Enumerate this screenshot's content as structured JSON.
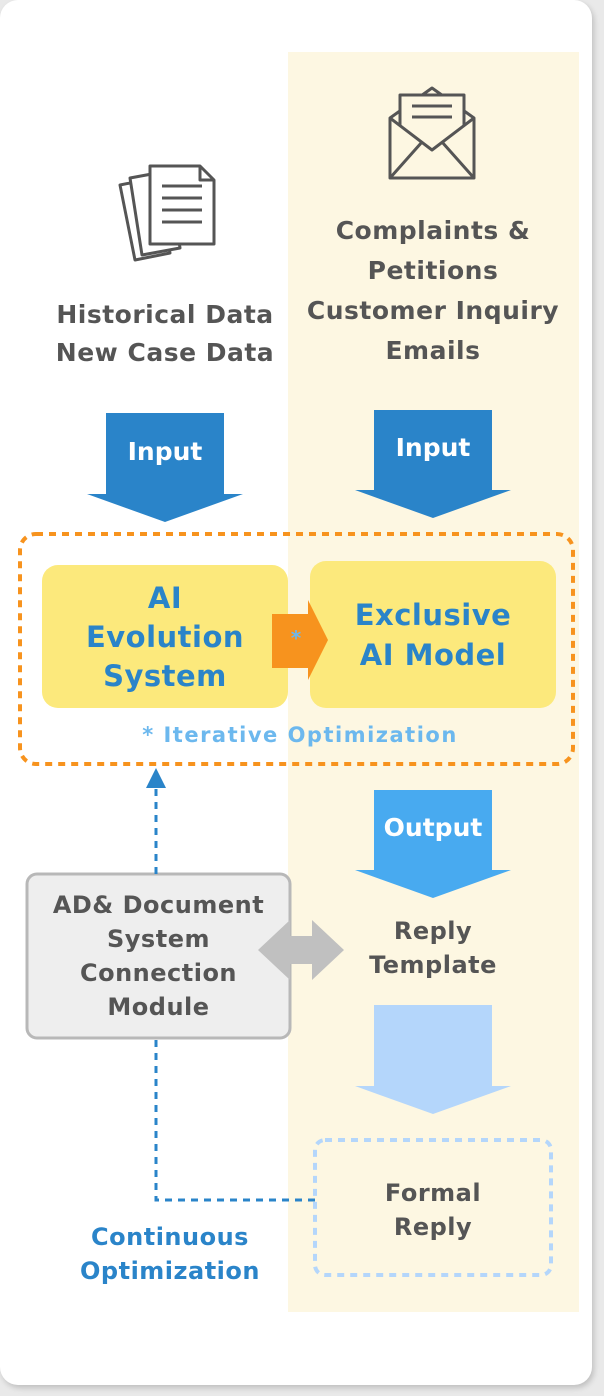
{
  "left_input": {
    "icon": "documents-icon",
    "title_line1": "Historical Data",
    "title_line2": "New Case Data",
    "arrow_label": "Input"
  },
  "right_input": {
    "icon": "envelope-icon",
    "title_line1": "Complaints &",
    "title_line2": "Petitions",
    "title_line3": "Customer Inquiry",
    "title_line4": "Emails",
    "arrow_label": "Input"
  },
  "ai_block": {
    "evolution_line1": "AI",
    "evolution_line2": "Evolution",
    "evolution_line3": "System",
    "connector_marker": "*",
    "model_line1": "Exclusive",
    "model_line2": "AI Model",
    "footnote": "* Iterative Optimization"
  },
  "connection_module": {
    "line1": "AD& Document",
    "line2": "System",
    "line3": "Connection",
    "line4": "Module"
  },
  "output": {
    "arrow_label": "Output",
    "reply_line1": "Reply",
    "reply_line2": "Template",
    "formal_line1": "Formal",
    "formal_line2": "Reply"
  },
  "feedback": {
    "line1": "Continuous",
    "line2": "Optimization"
  },
  "colors": {
    "input_arrow": "#2a84c9",
    "output_arrow": "#48aaf0",
    "light_arrow": "#b4d6fb",
    "orange": "#f7931e",
    "yellow_box": "#fce97c",
    "model_text": "#2a84c9",
    "footnote": "#6cb8ee",
    "feedback": "#2a84c9",
    "right_column": "#fdf7e2"
  }
}
